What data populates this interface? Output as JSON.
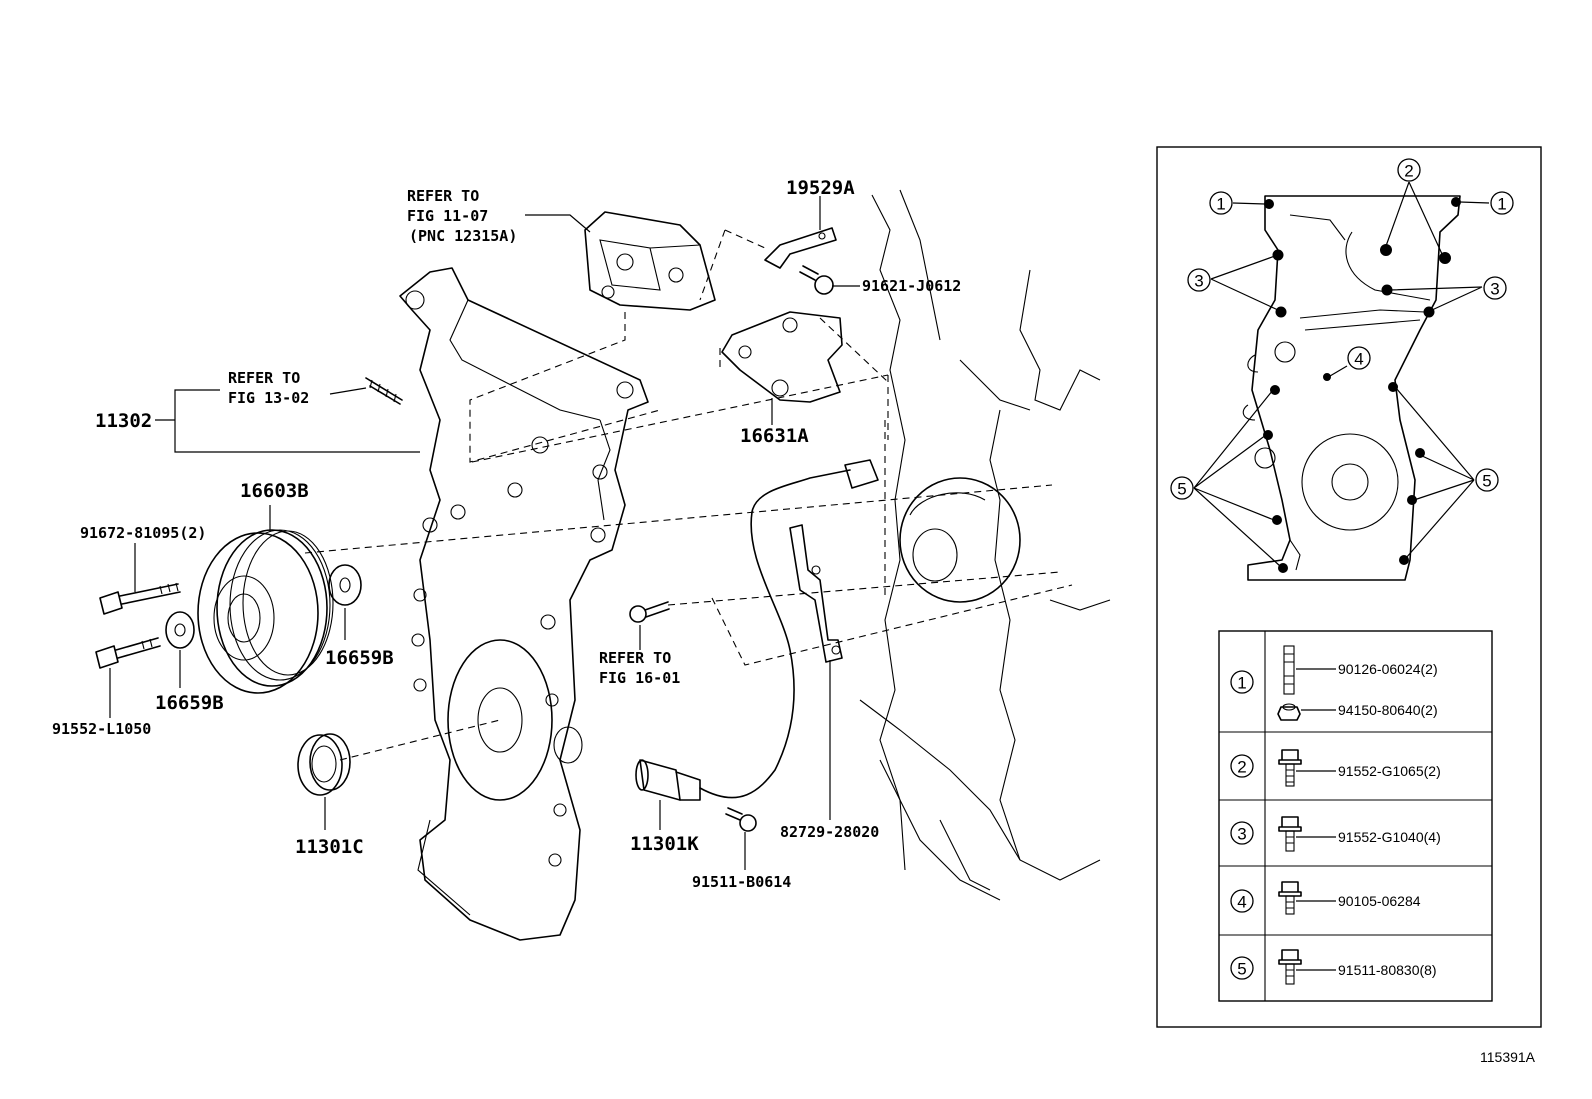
{
  "parts": {
    "p19529A": "19529A",
    "p91621J0612": "91621-J0612",
    "p11302": "11302",
    "p16631A": "16631A",
    "p16603B": "16603B",
    "p91672": "91672-81095(2)",
    "p16659B_a": "16659B",
    "p16659B_b": "16659B",
    "p91552L1050": "91552-L1050",
    "p11301C": "11301C",
    "p11301K": "11301K",
    "p91511B0614": "91511-B0614",
    "p82729": "82729-28020"
  },
  "notes": {
    "refer1": [
      "REFER TO",
      "FIG 11-07",
      "(PNC 12315A)"
    ],
    "refer2": [
      "REFER TO",
      "FIG 13-02"
    ],
    "refer3": [
      "REFER TO",
      "FIG 16-01"
    ]
  },
  "inset": {
    "callouts": [
      "1",
      "2",
      "3",
      "4",
      "5"
    ]
  },
  "fastener_table": [
    {
      "num": "1",
      "parts": [
        "90126-06024(2)",
        "94150-80640(2)"
      ]
    },
    {
      "num": "2",
      "parts": [
        "91552-G1065(2)"
      ]
    },
    {
      "num": "3",
      "parts": [
        "91552-G1040(4)"
      ]
    },
    {
      "num": "4",
      "parts": [
        "90105-06284"
      ]
    },
    {
      "num": "5",
      "parts": [
        "91511-80830(8)"
      ]
    }
  ],
  "figure_code": "115391A"
}
